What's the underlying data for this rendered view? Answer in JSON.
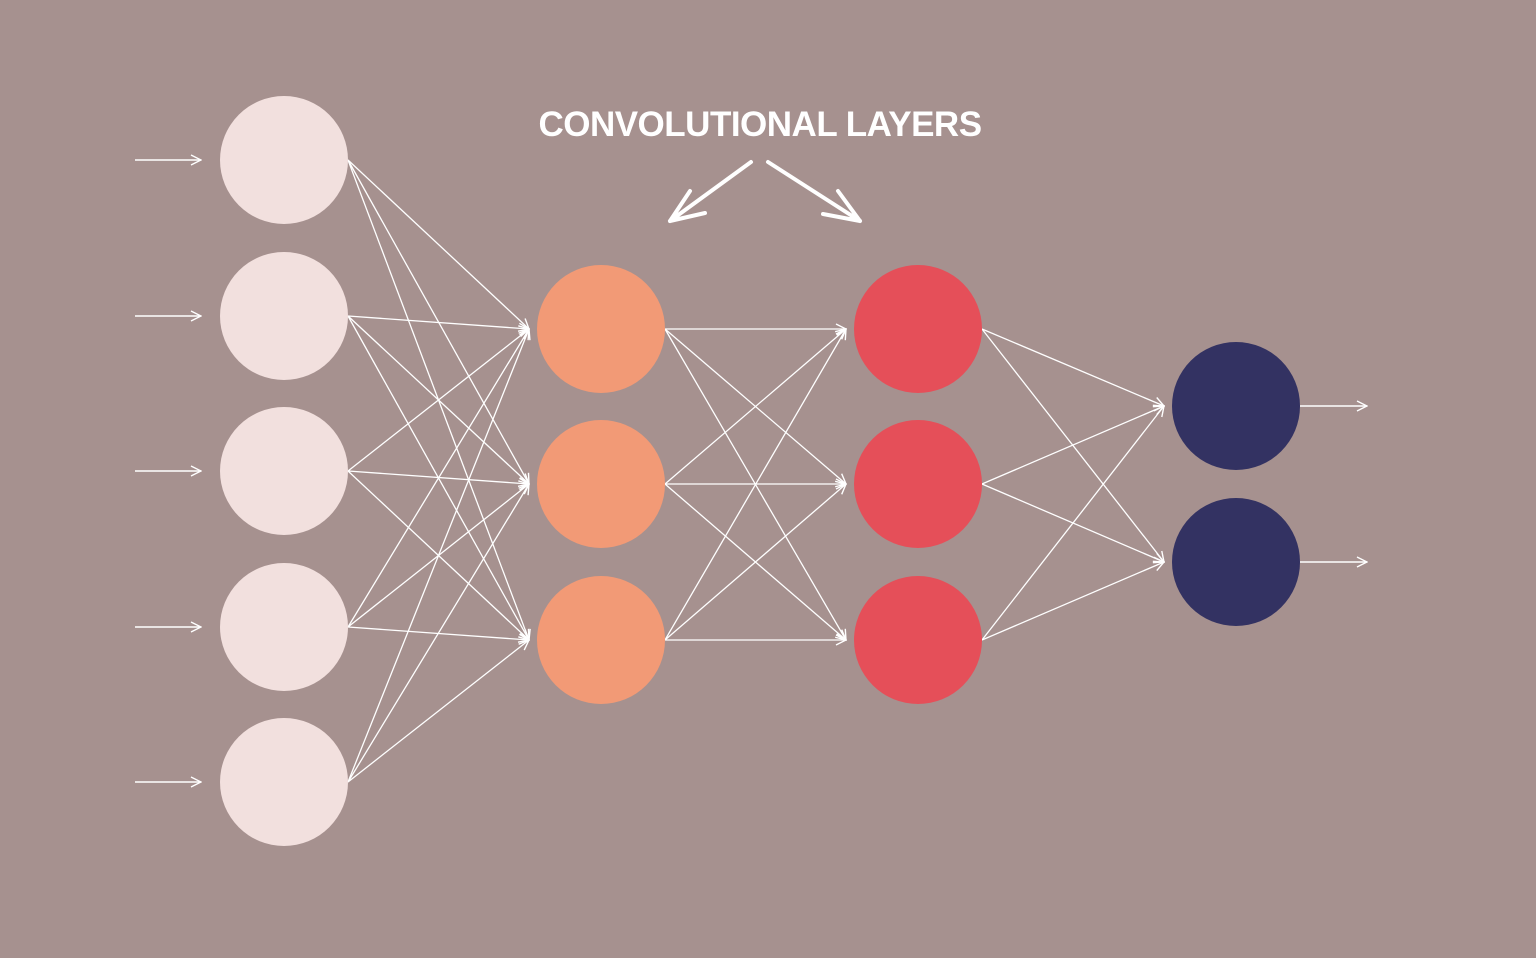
{
  "diagram": {
    "title": "CONVOLUTIONAL LAYERS",
    "colors": {
      "background": "#a6918f",
      "input_node": "#f2e0de",
      "conv1_node": "#f29a76",
      "conv2_node": "#e54f59",
      "output_node": "#333262",
      "line": "#ffffff",
      "text": "#ffffff"
    },
    "layers": [
      {
        "name": "input",
        "node_count": 5
      },
      {
        "name": "conv1",
        "node_count": 3
      },
      {
        "name": "conv2",
        "node_count": 3
      },
      {
        "name": "output",
        "node_count": 2
      }
    ],
    "connectivity": "fully-connected",
    "input_arrows": 5,
    "output_arrows": 2
  }
}
